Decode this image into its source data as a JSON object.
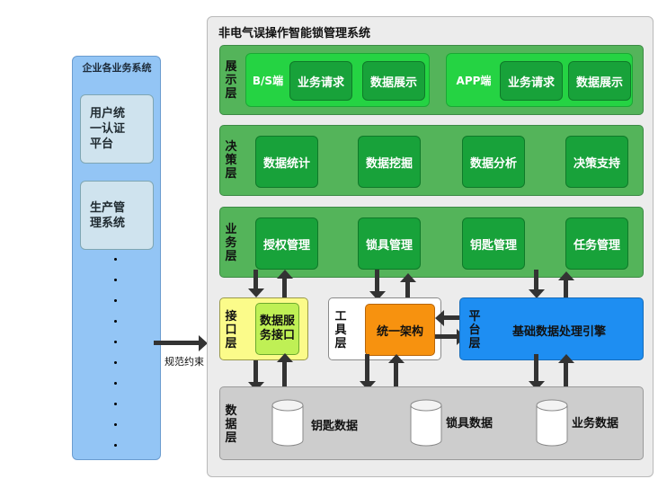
{
  "left": {
    "title": "企业各业务系统",
    "cards": [
      "用户统\n一认证\n平台",
      "生产管\n理系统"
    ]
  },
  "connector_label": "规范约束",
  "main": {
    "title": "非电气误操作智能锁管理系统",
    "presentation": {
      "label": "展示层",
      "groups": [
        {
          "name": "B/S端",
          "items": [
            "业务请求",
            "数据展示"
          ]
        },
        {
          "name": "APP端",
          "items": [
            "业务请求",
            "数据展示"
          ]
        }
      ]
    },
    "decision": {
      "label": "决策层",
      "items": [
        "数据统计",
        "数据挖掘",
        "数据分析",
        "决策支持"
      ]
    },
    "business": {
      "label": "业务层",
      "items": [
        "授权管理",
        "锁具管理",
        "钥匙管理",
        "任务管理"
      ]
    },
    "interface": {
      "label": "接口层",
      "item": "数据服务接口"
    },
    "tools": {
      "label": "工具层",
      "item": "统一架构"
    },
    "platform": {
      "label": "平台层",
      "item": "基础数据处理引擎"
    },
    "data": {
      "label": "数据层",
      "stores": [
        "钥匙数据",
        "锁具数据",
        "业务数据"
      ]
    }
  },
  "colors": {
    "left_panel": "#93c5f5",
    "layer_green": "#54b45a",
    "box_green": "#18a23a",
    "box_bright_green": "#25d343",
    "interface_yellow": "#fbfb8a",
    "tools_orange": "#f7920f",
    "platform_blue": "#1e8ef2",
    "data_gray": "#cdcdcd"
  }
}
